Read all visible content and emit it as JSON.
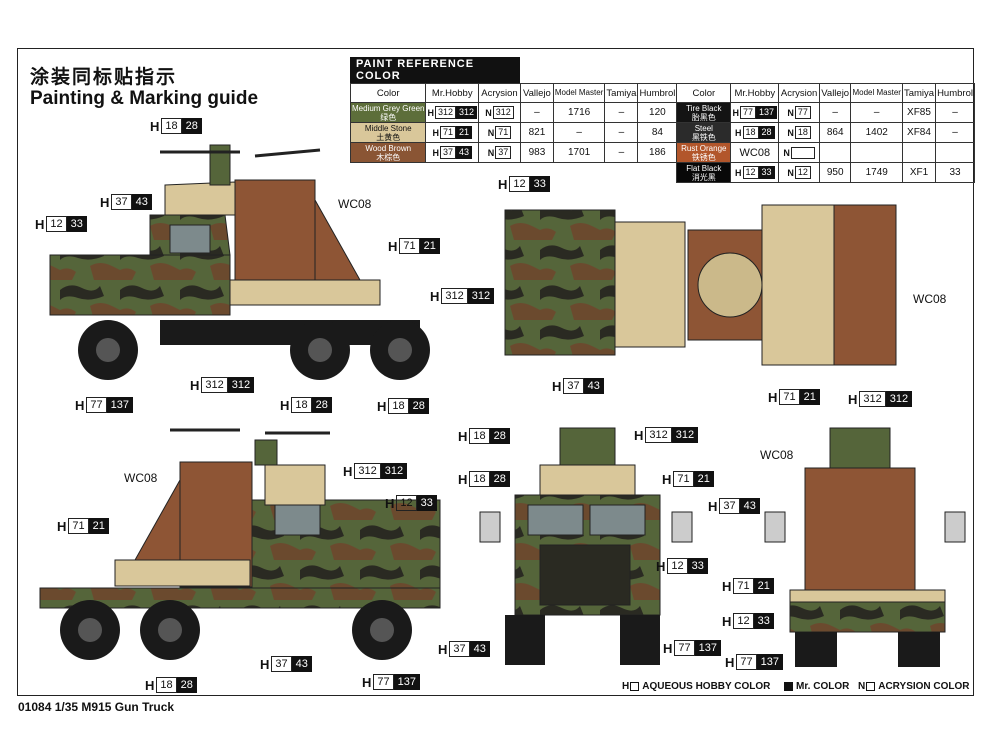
{
  "title_cn": "涂装同标贴指示",
  "title_en": "Painting & Marking guide",
  "footer": "01084 1/35 M915 Gun Truck",
  "paint_table": {
    "heading": "PAINT  REFERENCE COLOR",
    "headers": [
      "Color",
      "Mr.Hobby",
      "Acrysion",
      "Vallejo",
      "Model Master",
      "Tamiya",
      "Humbrol"
    ],
    "left_rows": [
      {
        "color_en": "Medium Grey Green",
        "color_cn": "绿色",
        "h": "312",
        "n": "312",
        "vallejo": "–",
        "mm": "1716",
        "tamiya": "–",
        "humbrol": "120"
      },
      {
        "color_en": "Middle Stone",
        "color_cn": "土黄色",
        "h": "71",
        "n": "71",
        "vallejo": "821",
        "mm": "–",
        "tamiya": "–",
        "humbrol": "84"
      },
      {
        "color_en": "Wood Brown",
        "color_cn": "木棕色",
        "h": "37",
        "n": "37",
        "vallejo": "983",
        "mm": "1701",
        "tamiya": "–",
        "humbrol": "186"
      }
    ],
    "right_rows": [
      {
        "color_en": "Tire Black",
        "color_cn": "胎黑色",
        "h": "77",
        "n": "77",
        "vallejo": "–",
        "mm": "–",
        "tamiya": "XF85",
        "humbrol": "–"
      },
      {
        "color_en": "Steel",
        "color_cn": "黑铁色",
        "h": "18",
        "n": "18",
        "vallejo": "864",
        "mm": "1402",
        "tamiya": "XF84",
        "humbrol": "–"
      },
      {
        "color_en": "Rust Orange",
        "color_cn": "铁锈色",
        "h": "WC08",
        "n": "",
        "vallejo": "",
        "mm": "",
        "tamiya": "",
        "humbrol": ""
      },
      {
        "color_en": "Flat Black",
        "color_cn": "消光黑",
        "h": "12",
        "n": "12",
        "vallejo": "950",
        "mm": "1749",
        "tamiya": "XF1",
        "humbrol": "33"
      }
    ]
  },
  "callouts": {
    "h": "H",
    "n": "N",
    "c18": "18",
    "c28": "28",
    "c37": "37",
    "c43": "43",
    "c12": "12",
    "c33": "33",
    "c71": "71",
    "c21": "21",
    "c312": "312",
    "c77": "77",
    "c137": "137",
    "wc08": "WC08"
  },
  "legend": {
    "h": "H",
    "h_text": "AQUEOUS HOBBY COLOR",
    "m_text": "Mr. COLOR",
    "n": "N",
    "n_text": "ACRYSION COLOR"
  },
  "colors": {
    "green": "#55653a",
    "stone": "#d9c79a",
    "brown": "#8e5535",
    "black": "#151515",
    "sand": "#cbb98a",
    "tire": "#1a1a1a",
    "camo_dark": "#2a2a22",
    "camo_brown": "#6b4a2e"
  }
}
